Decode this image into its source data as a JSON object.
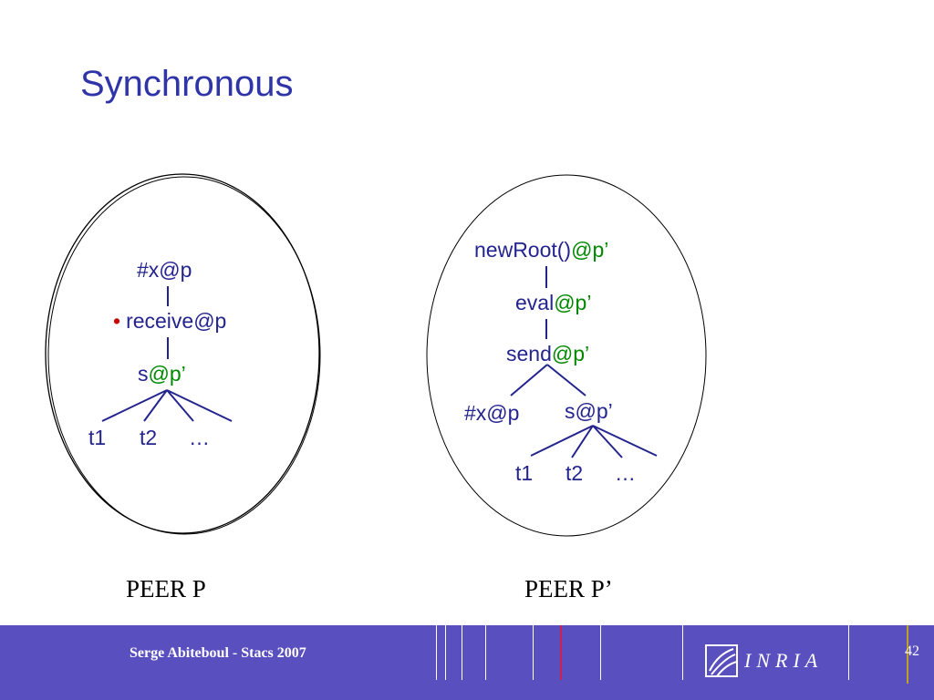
{
  "slide": {
    "title": "Synchronous"
  },
  "peer_left": {
    "label": "PEER P",
    "nodes": {
      "root": "#x@p",
      "middle_bullet": "•",
      "middle": "receive@p",
      "service_prefix": "s",
      "service_suffix": "@p’",
      "leaf1": "t1",
      "leaf2": "t2",
      "leaf3": "…"
    }
  },
  "peer_right": {
    "label": "PEER P’",
    "nodes": {
      "root_prefix": "newRoot()",
      "root_suffix": "@p’",
      "eval_prefix": "eval",
      "eval_suffix": "@p’",
      "send_prefix": "send",
      "send_suffix": "@p’",
      "left_child": "#x@p",
      "right_child": "s@p’",
      "leaf1": "t1",
      "leaf2": "t2",
      "leaf3": "…"
    }
  },
  "footer": {
    "author": "Serge Abiteboul - Stacs 2007",
    "logo_text": "INRIA",
    "page_number": "42"
  },
  "colors": {
    "title": "#2f35a8",
    "node_text": "#24248f",
    "highlight": "#008800",
    "bullet": "#cc0000",
    "footer_bg": "#5a4fbf"
  }
}
